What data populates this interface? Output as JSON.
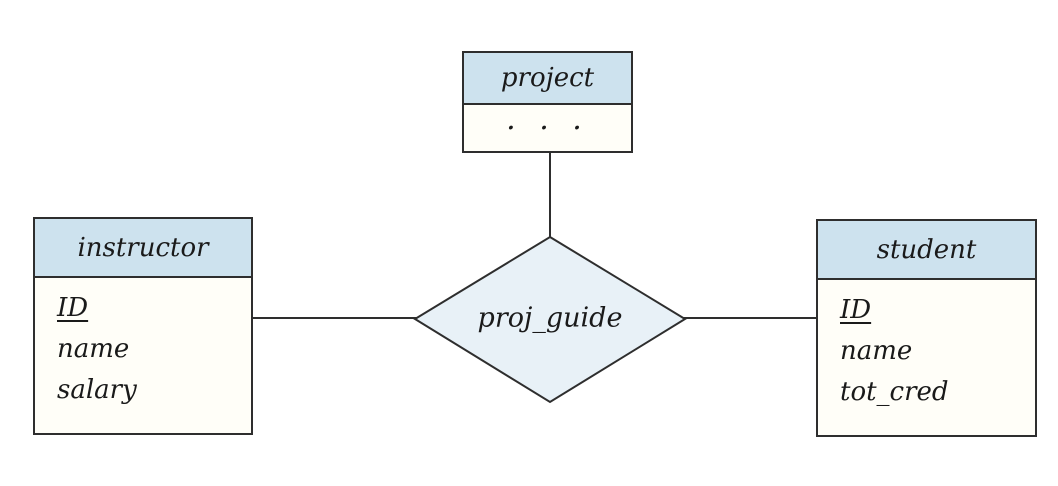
{
  "diagram": {
    "entities": [
      {
        "name": "project",
        "title": "project",
        "attributes": [
          {
            "text": ". . .",
            "key": false
          }
        ]
      },
      {
        "name": "instructor",
        "title": "instructor",
        "attributes": [
          {
            "text": "ID",
            "key": true
          },
          {
            "text": "name",
            "key": false
          },
          {
            "text": "salary",
            "key": false
          }
        ]
      },
      {
        "name": "student",
        "title": "student",
        "attributes": [
          {
            "text": "ID",
            "key": true
          },
          {
            "text": "name",
            "key": false
          },
          {
            "text": "tot_cred",
            "key": false
          }
        ]
      }
    ],
    "relationship": {
      "label": "proj_guide"
    },
    "colors": {
      "entity_header": "#cde2ee",
      "entity_body": "#fffef8",
      "diamond_fill": "#e8f1f7",
      "line": "#2e2e2e",
      "text": "#1a1a1a",
      "background": "#ffffff"
    }
  }
}
